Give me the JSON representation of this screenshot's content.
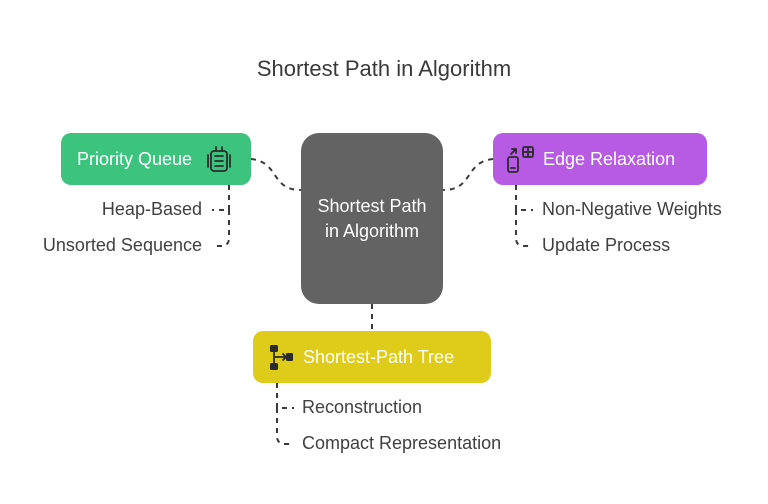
{
  "title": "Shortest Path in Algorithm",
  "center": {
    "label": "Shortest Path in Algorithm"
  },
  "nodes": {
    "priority_queue": {
      "label": "Priority Queue",
      "color": "#3cc47f",
      "icon": "queue-list-icon",
      "items": [
        "Heap-Based",
        "Unsorted Sequence"
      ]
    },
    "edge_relaxation": {
      "label": "Edge Relaxation",
      "color": "#b75ae4",
      "icon": "device-sync-icon",
      "items": [
        "Non-Negative Weights",
        "Update Process"
      ]
    },
    "shortest_path_tree": {
      "label": "Shortest-Path Tree",
      "color": "#dfcb19",
      "icon": "tree-hierarchy-icon",
      "items": [
        "Reconstruction",
        "Compact Representation"
      ]
    }
  },
  "colors": {
    "center": "#636363",
    "connector": "#3a3a3a",
    "text": "#404040"
  }
}
